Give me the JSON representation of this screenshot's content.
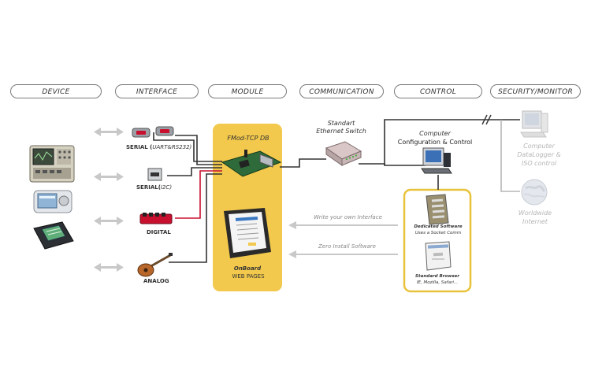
{
  "headers": {
    "device": "DEVICE",
    "interface": "INTERFACE",
    "module": "MODULE",
    "communication": "COMMUNICATION",
    "control": "CONTROL",
    "security": "SECURITY/MONITOR"
  },
  "interface": {
    "serial_uart_prefix": "SERIAL (",
    "serial_uart_mid": "UART&RS232",
    "serial_uart_suffix": ")",
    "serial_i2c_prefix": "SERIAL(",
    "serial_i2c_mid": "I2C",
    "serial_i2c_suffix": ")",
    "digital": "DIGITAL",
    "analog": "ANALOG"
  },
  "module": {
    "board_title": "FMod-TCP DB",
    "onboard": "OnBoard",
    "web_pages": "WEB PAGES"
  },
  "communication": {
    "switch_line1": "Standart",
    "switch_line2": "Ethernet Switch",
    "write_interface": "Write your own Interface",
    "zero_install": "Zero Install Software"
  },
  "control": {
    "computer": "Computer",
    "config_control": "Configuration & Control",
    "dedicated_software": "Dedicated Software",
    "dedicated_sub": "Uses a Socket Comm",
    "standard_browser": "Standard Browser",
    "browser_sub": "IE, Mozilla, Safari..."
  },
  "security": {
    "computer": "Computer",
    "datalogger": "DataLogger &",
    "iso_control": "ISO control",
    "worldwide": "Worldwide",
    "internet": "Internet"
  },
  "colors": {
    "module_panel": "#f2c94c",
    "control_border": "#e8c23a",
    "line": "#333333",
    "wire_red": "#c8102e",
    "arrow_grey": "#c8c8c8",
    "faded": "#b5b5b5"
  }
}
